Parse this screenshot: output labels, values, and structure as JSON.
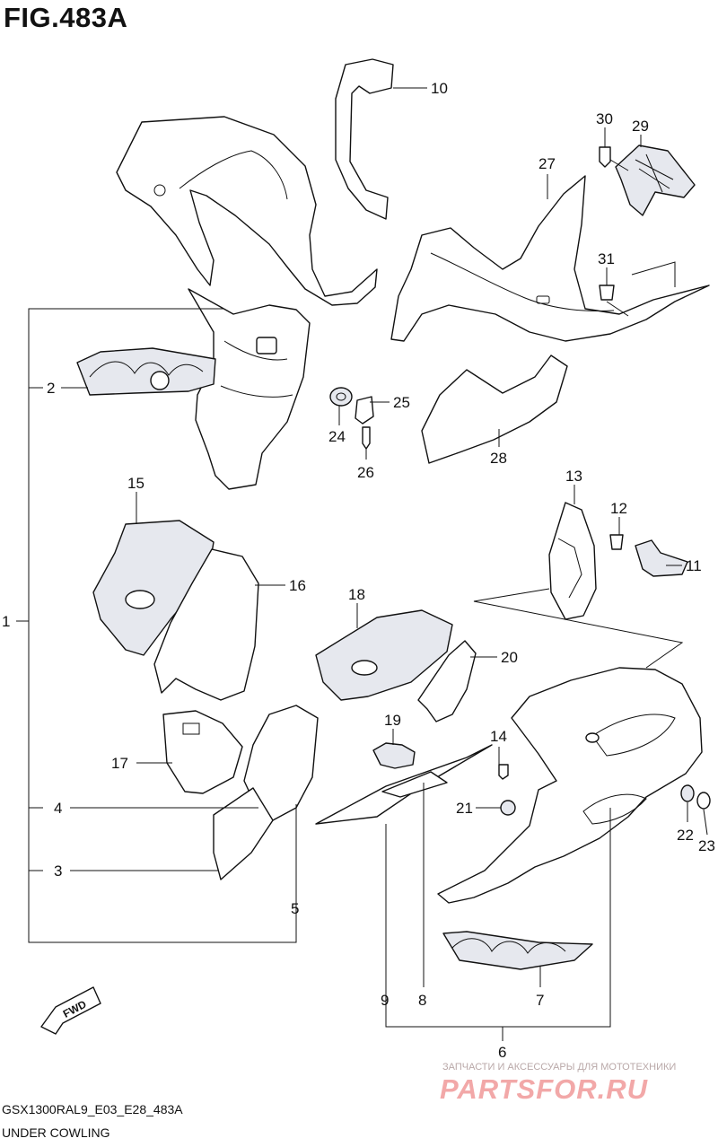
{
  "figure": {
    "title": "FIG.483A"
  },
  "footer": {
    "model_code": "GSX1300RAL9_E03_E28_483A",
    "section_name": "UNDER COWLING"
  },
  "watermark": {
    "tagline": "ЗАПЧАСТИ И АКСЕССУАРЫ ДЛЯ МОТОТЕХНИКИ",
    "logo": "PARTSFOR.RU"
  },
  "forward_marker": {
    "label": "FWD"
  },
  "callouts": {
    "c1": "1",
    "c2": "2",
    "c3": "3",
    "c4": "4",
    "c5": "5",
    "c6": "6",
    "c7": "7",
    "c8": "8",
    "c9": "9",
    "c10": "10",
    "c11": "11",
    "c12": "12",
    "c13": "13",
    "c14": "14",
    "c15": "15",
    "c16": "16",
    "c17": "17",
    "c18": "18",
    "c19": "19",
    "c20": "20",
    "c21": "21",
    "c22": "22",
    "c23": "23",
    "c24": "24",
    "c25": "25",
    "c26": "26",
    "c27": "27",
    "c28": "28",
    "c29": "29",
    "c30": "30",
    "c31": "31"
  },
  "colors": {
    "line": "#111111",
    "panel_shade": "#e6e8ee",
    "watermark": "#f2a8a8"
  }
}
